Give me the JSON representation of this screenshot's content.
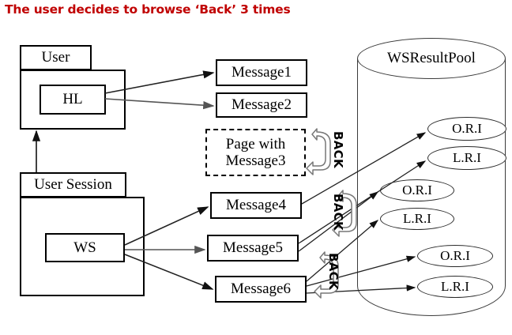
{
  "title": "The user decides to browse ‘Back’ 3 times",
  "title_color": "#c00000",
  "packages": {
    "user": {
      "tab_label": "User",
      "inner_label": "HL"
    },
    "user_session": {
      "tab_label": "User Session",
      "inner_label": "WS"
    }
  },
  "messages": [
    {
      "id": "message1",
      "label": "Message1"
    },
    {
      "id": "message2",
      "label": "Message2"
    },
    {
      "id": "message4",
      "label": "Message4"
    },
    {
      "id": "message5",
      "label": "Message5"
    },
    {
      "id": "message6",
      "label": "Message6"
    }
  ],
  "page_box": {
    "line1": "Page with",
    "line2": "Message3"
  },
  "back_labels": [
    "BACK",
    "BACK",
    "BACK"
  ],
  "pool": {
    "title": "WSResultPool",
    "entries": [
      {
        "id": "ori-1",
        "label": "O.R.I"
      },
      {
        "id": "lri-1",
        "label": "L.R.I"
      },
      {
        "id": "ori-2",
        "label": "O.R.I"
      },
      {
        "id": "lri-2",
        "label": "L.R.I"
      },
      {
        "id": "ori-3",
        "label": "O.R.I"
      },
      {
        "id": "lri-3",
        "label": "L.R.I"
      }
    ]
  }
}
